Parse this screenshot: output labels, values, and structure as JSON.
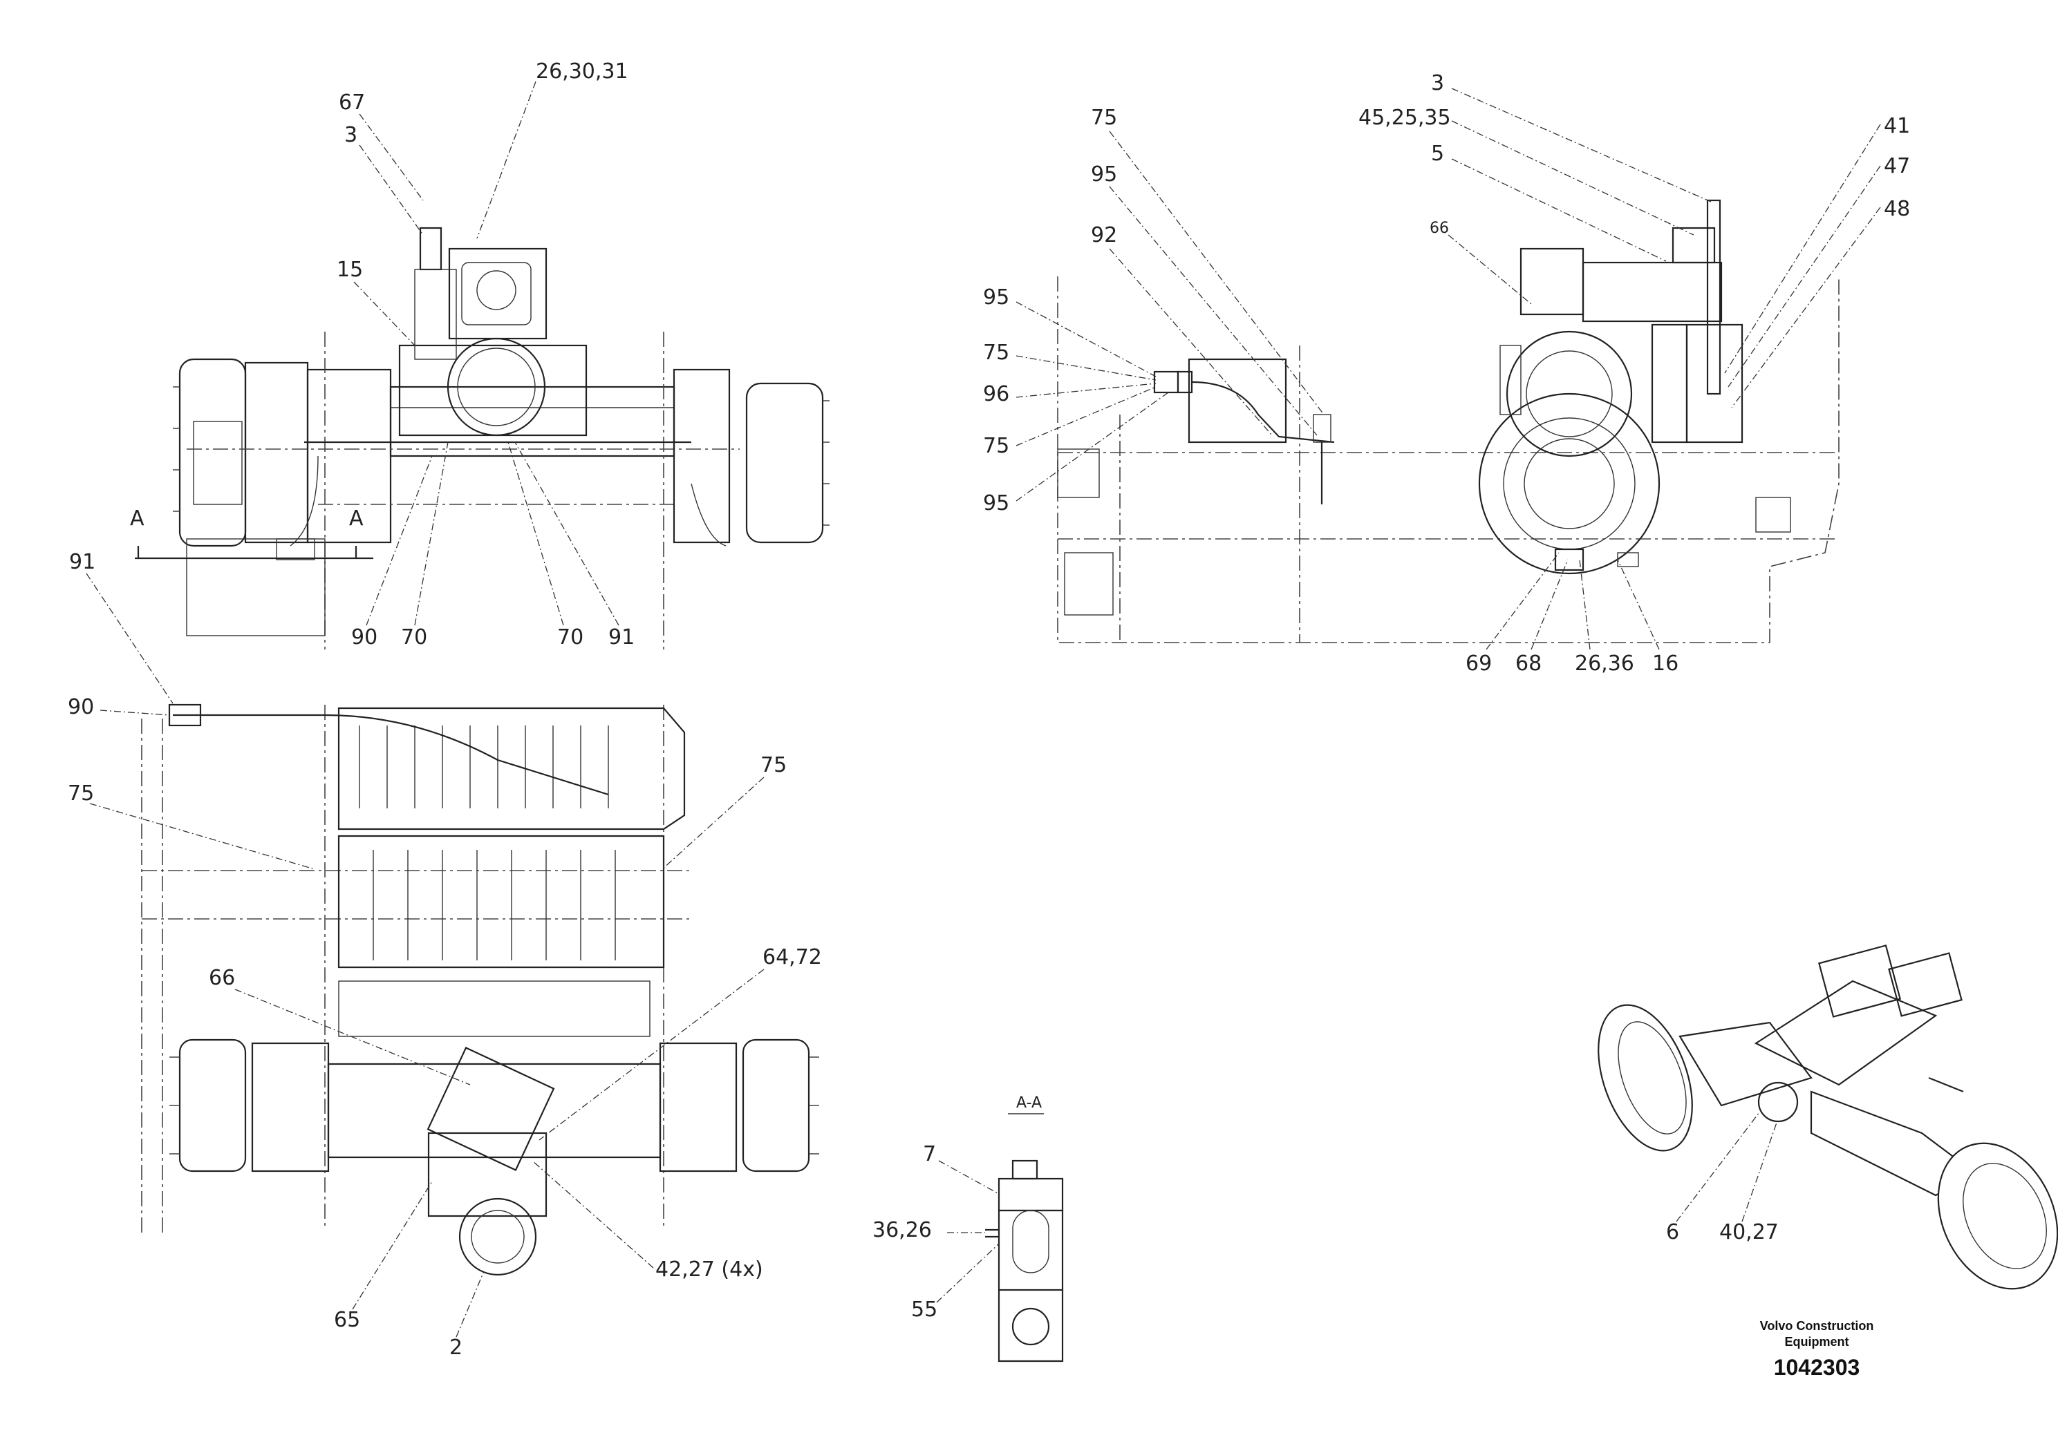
{
  "labels": {
    "top_left": {
      "l67": "67",
      "l3": "3",
      "l26_30_31": "26,30,31",
      "l15": "15",
      "lA_left": "A",
      "lA_right": "A",
      "l91": "91",
      "l90": "90",
      "l70a": "70",
      "l70b": "70",
      "l91b": "91"
    },
    "top_right": {
      "l3": "3",
      "l45_25_35": "45,25,35",
      "l5": "5",
      "l75_top": "75",
      "l95_top": "95",
      "l92": "92",
      "l66": "66",
      "l41": "41",
      "l47": "47",
      "l48": "48",
      "l95_a": "95",
      "l75_a": "75",
      "l96": "96",
      "l75_b": "75",
      "l95_b": "95",
      "l69": "69",
      "l68": "68",
      "l26_36": "26,36",
      "l16": "16"
    },
    "bottom_left": {
      "l90": "90",
      "l75_left": "75",
      "l75_right": "75",
      "l66": "66",
      "l64_72": "64,72",
      "l42_27": "42,27 (4x)",
      "l65": "65",
      "l2": "2"
    },
    "section": {
      "title": "A-A",
      "l7": "7",
      "l36_26": "36,26",
      "l55": "55"
    },
    "iso": {
      "l6": "6",
      "l40_27": "40,27"
    }
  },
  "footer": {
    "brand_line1": "Volvo Construction",
    "brand_line2": "Equipment",
    "drawing_number": "1042303"
  }
}
